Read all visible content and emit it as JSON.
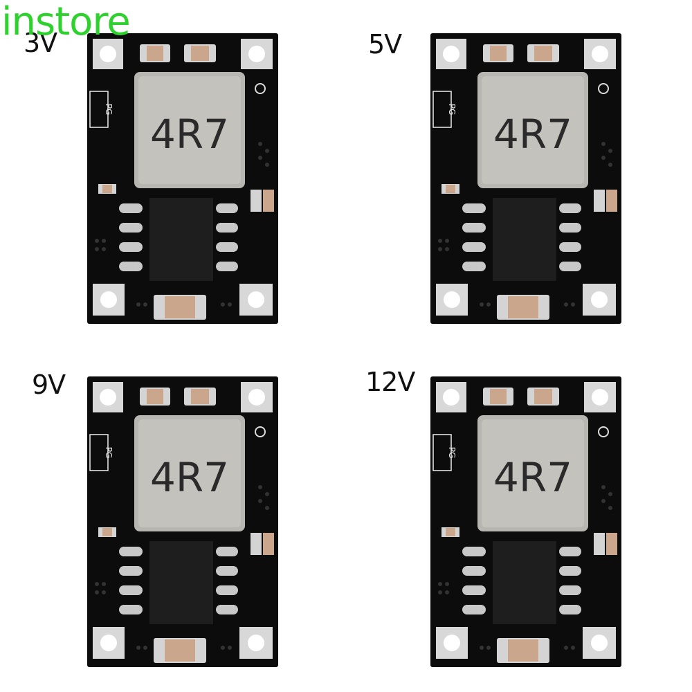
{
  "watermark": "instore",
  "modules": [
    {
      "voltage": "3V",
      "inductor_marking": "4R7",
      "silk_marking": "PG"
    },
    {
      "voltage": "5V",
      "inductor_marking": "4R7",
      "silk_marking": "PG"
    },
    {
      "voltage": "9V",
      "inductor_marking": "4R7",
      "silk_marking": "PG"
    },
    {
      "voltage": "12V",
      "inductor_marking": "4R7",
      "silk_marking": "PG"
    }
  ],
  "colors": {
    "pcb": "#0c0c0c",
    "inductor": "#b8b6b1",
    "capacitor": "#c9a68c",
    "pad": "#c8c8c8",
    "watermark": "#2fd12f"
  }
}
